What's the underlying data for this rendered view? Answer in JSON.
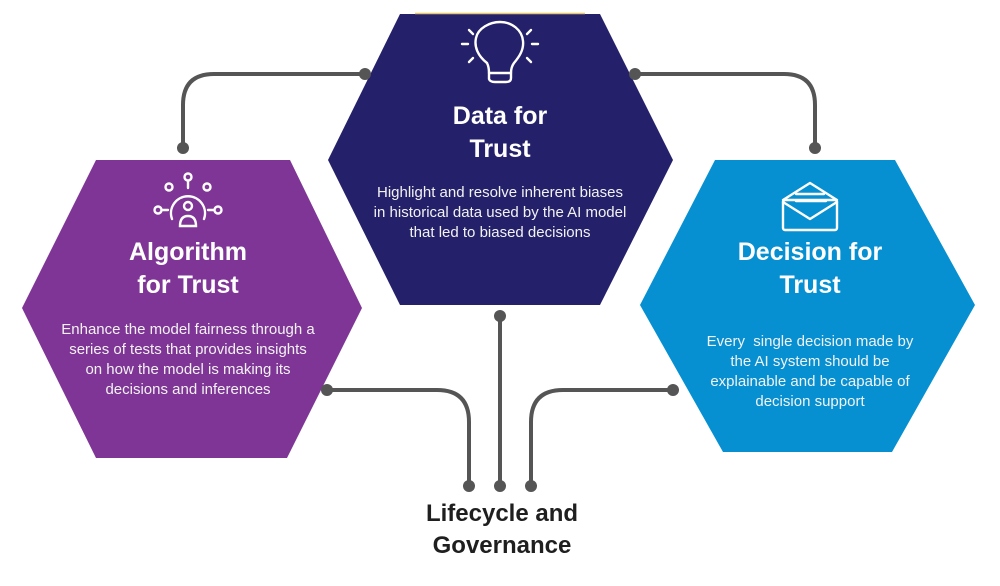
{
  "colors": {
    "data_hex": "#24216a",
    "algorithm_hex": "#7f3596",
    "decision_hex": "#0690d2",
    "connector": "#555555",
    "accent_line": "#e8c66a",
    "text_light": "#ffffff",
    "text_dark": "#1f1f1f"
  },
  "nodes": {
    "data": {
      "icon": "lightbulb-icon",
      "title_line1": "Data for",
      "title_line2": "Trust",
      "body_lines": [
        "Highlight and resolve inherent biases",
        "in historical data used by the AI model",
        "that led to biased decisions"
      ]
    },
    "algorithm": {
      "icon": "network-person-icon",
      "title_line1": "Algorithm",
      "title_line2": "for Trust",
      "body_lines": [
        "Enhance the model fairness through a",
        "series of tests that provides insights",
        "on how the model is making its",
        "decisions and inferences"
      ]
    },
    "decision": {
      "icon": "open-envelope-icon",
      "title_line1": "Decision for",
      "title_line2": "Trust",
      "body_lines": [
        "Every  single decision made by",
        "the AI system should be",
        "explainable and be capable of",
        "decision support"
      ]
    }
  },
  "hub": {
    "label_line1": "Lifecycle and",
    "label_line2": "Governance"
  },
  "connections": [
    {
      "from": "data",
      "to": "algorithm"
    },
    {
      "from": "data",
      "to": "decision"
    },
    {
      "from": "algorithm",
      "to": "hub"
    },
    {
      "from": "data",
      "to": "hub"
    },
    {
      "from": "decision",
      "to": "hub"
    }
  ]
}
